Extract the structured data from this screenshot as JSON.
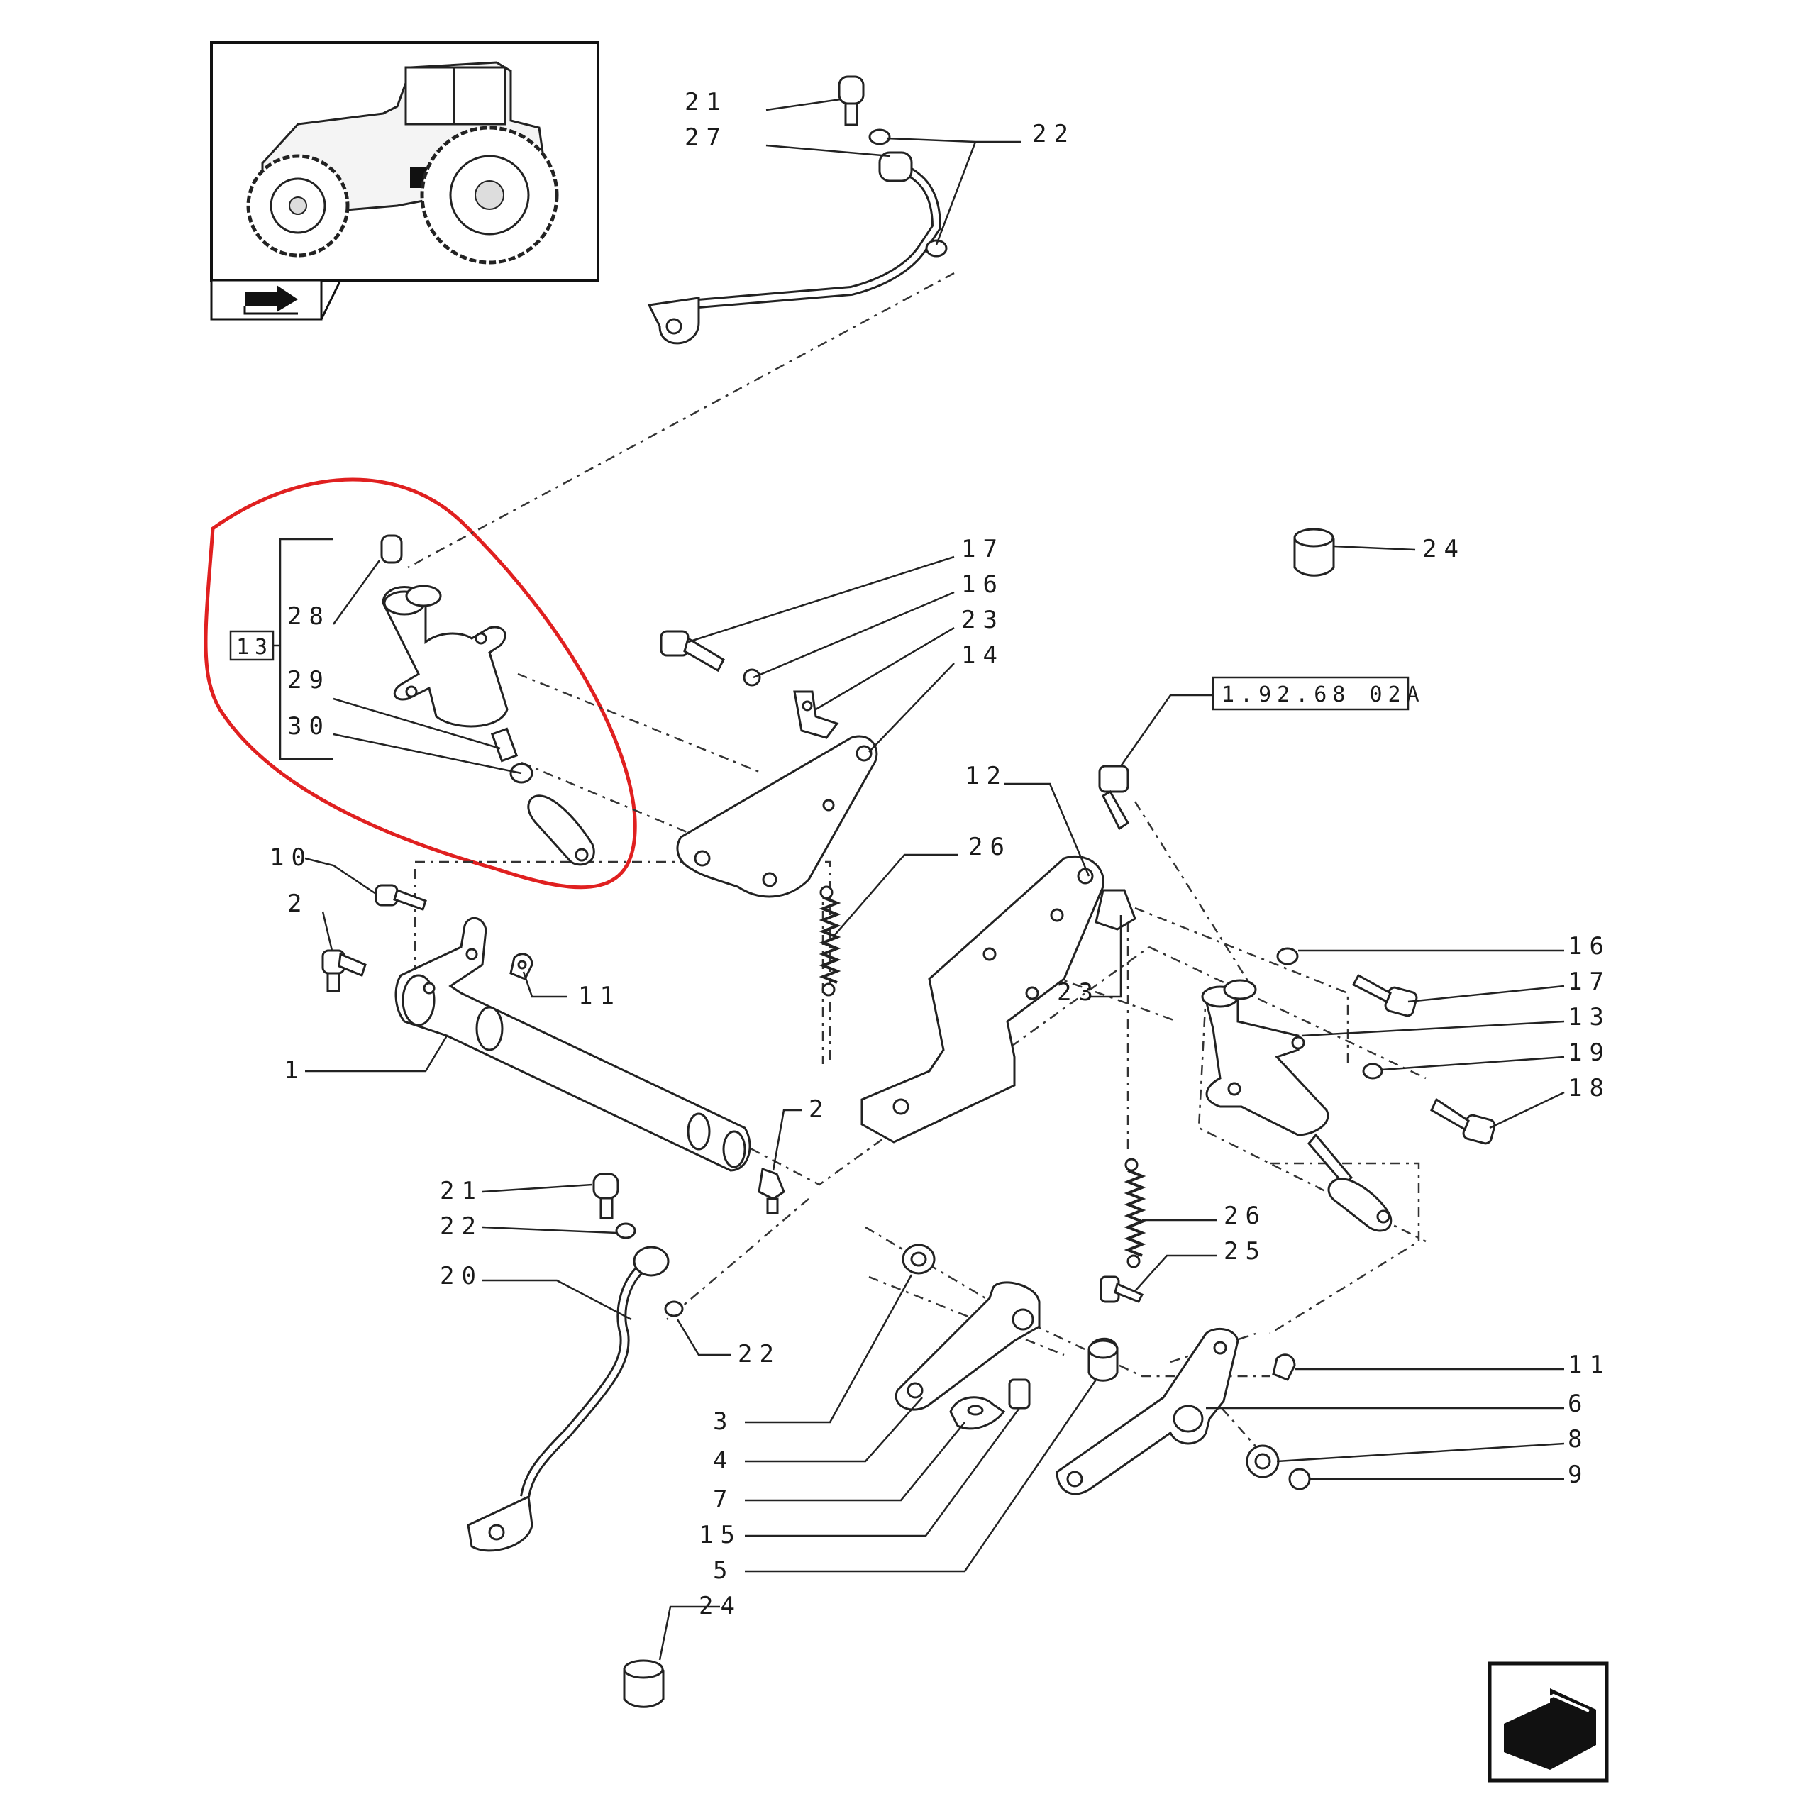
{
  "diagram": {
    "highlight_color": "#e02020",
    "group_label": "13",
    "reference_code": "1.92.68 02A",
    "icons": [
      "tractor-locator-icon",
      "page-flip-arrow-icon",
      "next-page-arrow-icon"
    ],
    "callouts": {
      "c21a": "21",
      "c27": "27",
      "c22a": "22",
      "c28": "28",
      "c29": "29",
      "c30": "30",
      "c17a": "17",
      "c16a": "16",
      "c23a": "23",
      "c14": "14",
      "c24a": "24",
      "c12": "12",
      "c26a": "26",
      "c10": "10",
      "c2a": "2",
      "c11a": "11",
      "c1": "1",
      "c2b": "2",
      "c23b": "23",
      "c16b": "16",
      "c17b": "17",
      "c13b": "13",
      "c19": "19",
      "c18": "18",
      "c26b": "26",
      "c25": "25",
      "c21b": "21",
      "c22b": "22",
      "c20": "20",
      "c22c": "22",
      "c3": "3",
      "c4": "4",
      "c7": "7",
      "c15": "15",
      "c5": "5",
      "c11b": "11",
      "c6": "6",
      "c8": "8",
      "c9": "9",
      "c24b": "24"
    }
  }
}
